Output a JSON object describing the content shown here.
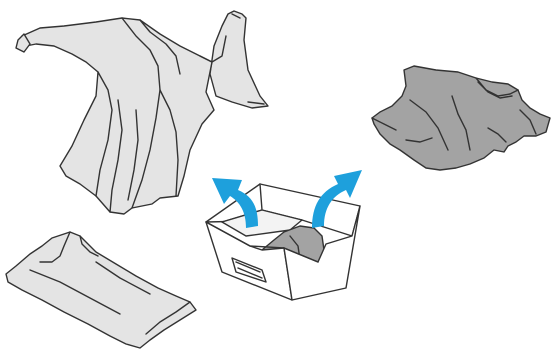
{
  "illustration": {
    "items": [
      {
        "key": "cardigan",
        "icon": "cardigan-icon"
      },
      {
        "key": "tshirt",
        "icon": "tshirt-icon"
      },
      {
        "key": "tank-top",
        "icon": "tank-top-icon"
      },
      {
        "key": "storage-basket",
        "icon": "storage-basket-icon"
      },
      {
        "key": "arrow-left",
        "icon": "curved-arrow-left-icon"
      },
      {
        "key": "arrow-right",
        "icon": "curved-arrow-right-icon"
      }
    ],
    "colors": {
      "outline": "#333333",
      "light_garment": "#e4e4e4",
      "dark_garment": "#a3a3a3",
      "basket": "#ffffff",
      "basket_inside": "#f3f3f3",
      "arrow": "#1ea0dc"
    }
  }
}
